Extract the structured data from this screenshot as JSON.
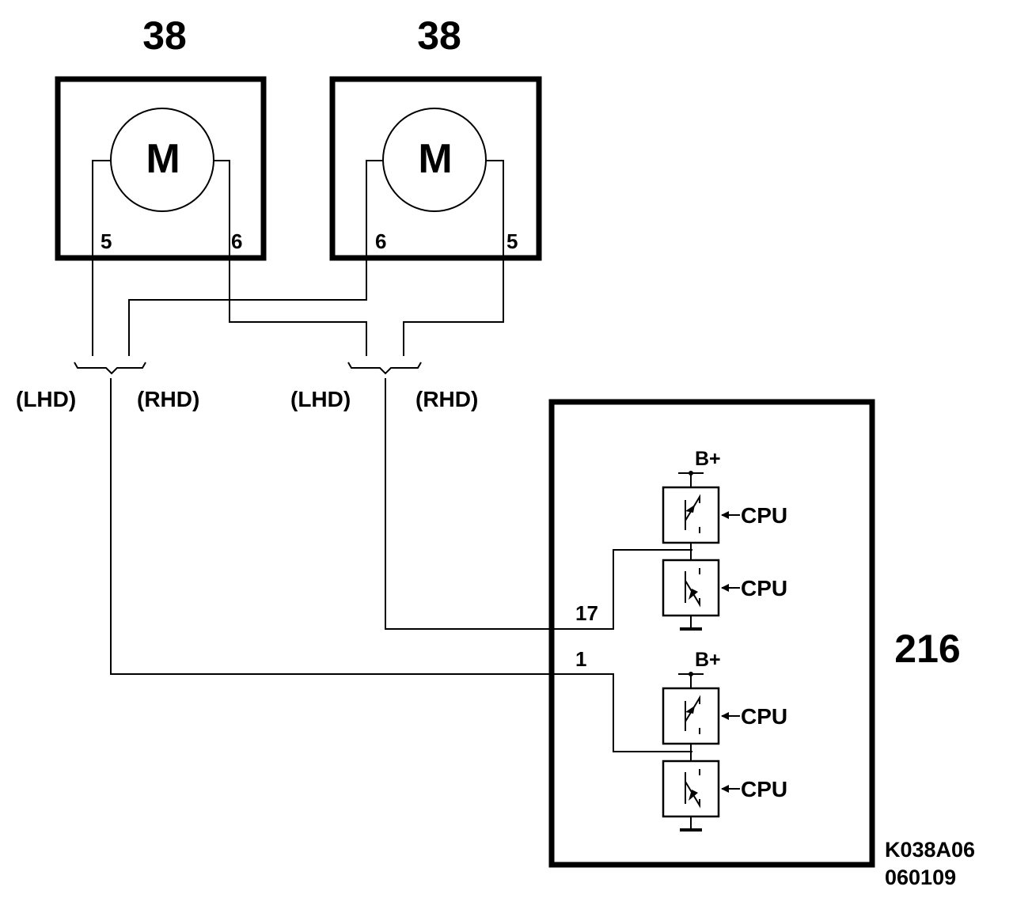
{
  "motor_left": {
    "number": "38",
    "symbol": "M",
    "pin_left": "5",
    "pin_right": "6"
  },
  "motor_right": {
    "number": "38",
    "symbol": "M",
    "pin_left": "6",
    "pin_right": "5"
  },
  "branch_left": {
    "lhd": "(LHD)",
    "rhd": "(RHD)"
  },
  "branch_right": {
    "lhd": "(LHD)",
    "rhd": "(RHD)"
  },
  "module": {
    "number": "216",
    "pin_upper": "17",
    "pin_lower": "1",
    "supply_label": "B+",
    "cpu_label": "CPU"
  },
  "figure_code": {
    "line1": "K038A06",
    "line2": "060109"
  }
}
